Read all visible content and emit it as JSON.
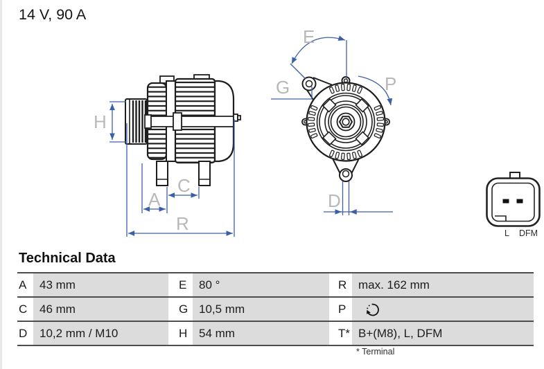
{
  "page": {
    "title": "14 V, 90 A"
  },
  "drawing": {
    "dimension_labels": {
      "H": "H",
      "A": "A",
      "C": "C",
      "R": "R",
      "E": "E",
      "G": "G",
      "P": "P",
      "D": "D"
    },
    "connector": {
      "labels": {
        "left": "L",
        "right": "DFM"
      }
    },
    "colors": {
      "line": "#1d1d1d",
      "dimension_blue": "#3d5fa8",
      "dim_label_gray": "#b8b8b8"
    }
  },
  "table": {
    "title": "Technical Data",
    "footnote": "* Terminal",
    "rows": [
      [
        {
          "key": "A",
          "value": "43 mm"
        },
        {
          "key": "E",
          "value": "80 °"
        },
        {
          "key": "R",
          "value": "max. 162 mm"
        }
      ],
      [
        {
          "key": "C",
          "value": "46 mm"
        },
        {
          "key": "G",
          "value": "10,5 mm"
        },
        {
          "key": "P",
          "value": "",
          "icon": "rotation-direction"
        }
      ],
      [
        {
          "key": "D",
          "value": "10,2 mm / M10"
        },
        {
          "key": "H",
          "value": "54 mm"
        },
        {
          "key": "T*",
          "value": "B+(M8), L, DFM"
        }
      ]
    ]
  }
}
